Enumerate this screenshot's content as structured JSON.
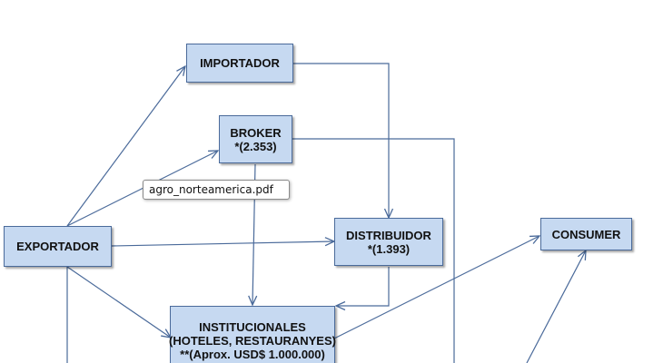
{
  "diagram": {
    "nodes": {
      "importador": {
        "line1": "IMPORTADOR"
      },
      "broker": {
        "line1": "BROKER",
        "line2": "*(2.353)"
      },
      "exportador": {
        "line1": "EXPORTADOR"
      },
      "distribuidor": {
        "line1": "DISTRIBUIDOR",
        "line2": "*(1.393)"
      },
      "consumer": {
        "line1": "CONSUMER"
      },
      "institucionales": {
        "line1": "INSTITUCIONALES",
        "line2": "(HOTELES, RESTAURANYES)",
        "line3": "**(Aprox. USD$ 1.000.000)"
      }
    },
    "edges": [
      {
        "from": "exportador",
        "to": "importador"
      },
      {
        "from": "exportador",
        "to": "broker"
      },
      {
        "from": "exportador",
        "to": "distribuidor"
      },
      {
        "from": "exportador",
        "to": "institucionales"
      },
      {
        "from": "importador",
        "to": "distribuidor"
      },
      {
        "from": "broker",
        "to": "institucionales"
      },
      {
        "from": "broker",
        "to": "offscreen-below"
      },
      {
        "from": "distribuidor",
        "to": "institucionales"
      },
      {
        "from": "institucionales",
        "to": "consumer"
      },
      {
        "from": "offscreen-below",
        "to": "consumer"
      }
    ],
    "colors": {
      "node_fill": "#c6d9f1",
      "node_border": "#4a6a9a",
      "arrow": "#4a6a9a"
    }
  },
  "tooltip": {
    "text": "agro_norteamerica.pdf"
  }
}
